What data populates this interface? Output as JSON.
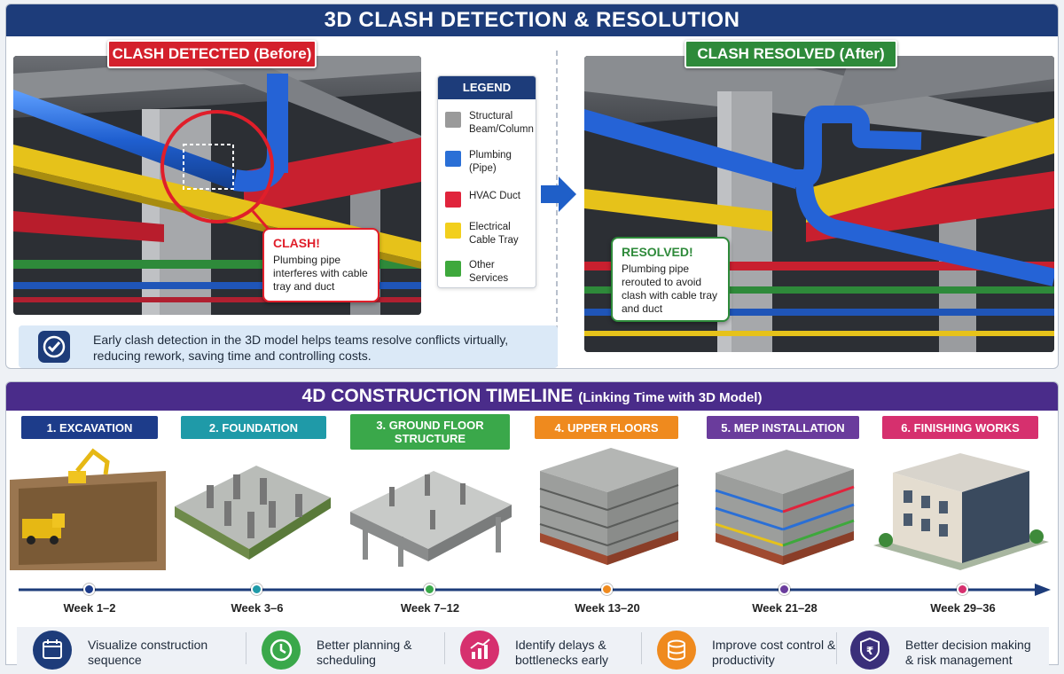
{
  "clash": {
    "title": "3D CLASH DETECTION & RESOLUTION",
    "before_tag": "CLASH DETECTED (Before)",
    "after_tag": "CLASH RESOLVED (After)",
    "clash_callout": {
      "title": "CLASH!",
      "body": "Plumbing pipe interferes with cable tray and duct"
    },
    "resolved_callout": {
      "title": "RESOLVED!",
      "body": "Plumbing pipe rerouted to avoid clash with cable tray and duct"
    },
    "legend": {
      "title": "LEGEND",
      "items": [
        {
          "label": "Structural Beam/Column",
          "color": "#9a9a9a"
        },
        {
          "label": "Plumbing (Pipe)",
          "color": "#2a6fd6"
        },
        {
          "label": "HVAC Duct",
          "color": "#e0243c"
        },
        {
          "label": "Electrical Cable Tray",
          "color": "#f2cf1c"
        },
        {
          "label": "Other Services",
          "color": "#3ea83c"
        }
      ]
    },
    "info_text": "Early clash detection in the 3D model helps teams resolve conflicts virtually, reducing rework, saving time and controlling costs."
  },
  "timeline": {
    "title": "4D CONSTRUCTION TIMELINE",
    "subtitle": "(Linking Time with 3D Model)",
    "phases": [
      {
        "label": "1. EXCAVATION",
        "week": "Week 1–2",
        "color": "#1d3c8a"
      },
      {
        "label": "2. FOUNDATION",
        "week": "Week 3–6",
        "color": "#1f9aa8"
      },
      {
        "label": "3. GROUND FLOOR STRUCTURE",
        "week": "Week 7–12",
        "color": "#3aa84a"
      },
      {
        "label": "4. UPPER FLOORS",
        "week": "Week 13–20",
        "color": "#ef8a1e"
      },
      {
        "label": "5. MEP INSTALLATION",
        "week": "Week 21–28",
        "color": "#6a3c9c"
      },
      {
        "label": "6. FINISHING WORKS",
        "week": "Week 29–36",
        "color": "#d6306e"
      }
    ],
    "benefits": [
      {
        "text": "Visualize construction sequence",
        "icon": "calendar-icon",
        "color": "#1d3c7a"
      },
      {
        "text": "Better planning & scheduling",
        "icon": "clock-icon",
        "color": "#3aa84a"
      },
      {
        "text": "Identify delays & bottlenecks early",
        "icon": "chart-icon",
        "color": "#d6306e"
      },
      {
        "text": "Improve cost control & productivity",
        "icon": "coins-icon",
        "color": "#ef8a1e"
      },
      {
        "text": "Better decision making & risk management",
        "icon": "rupee-shield-icon",
        "color": "#3a2f7a"
      }
    ]
  }
}
